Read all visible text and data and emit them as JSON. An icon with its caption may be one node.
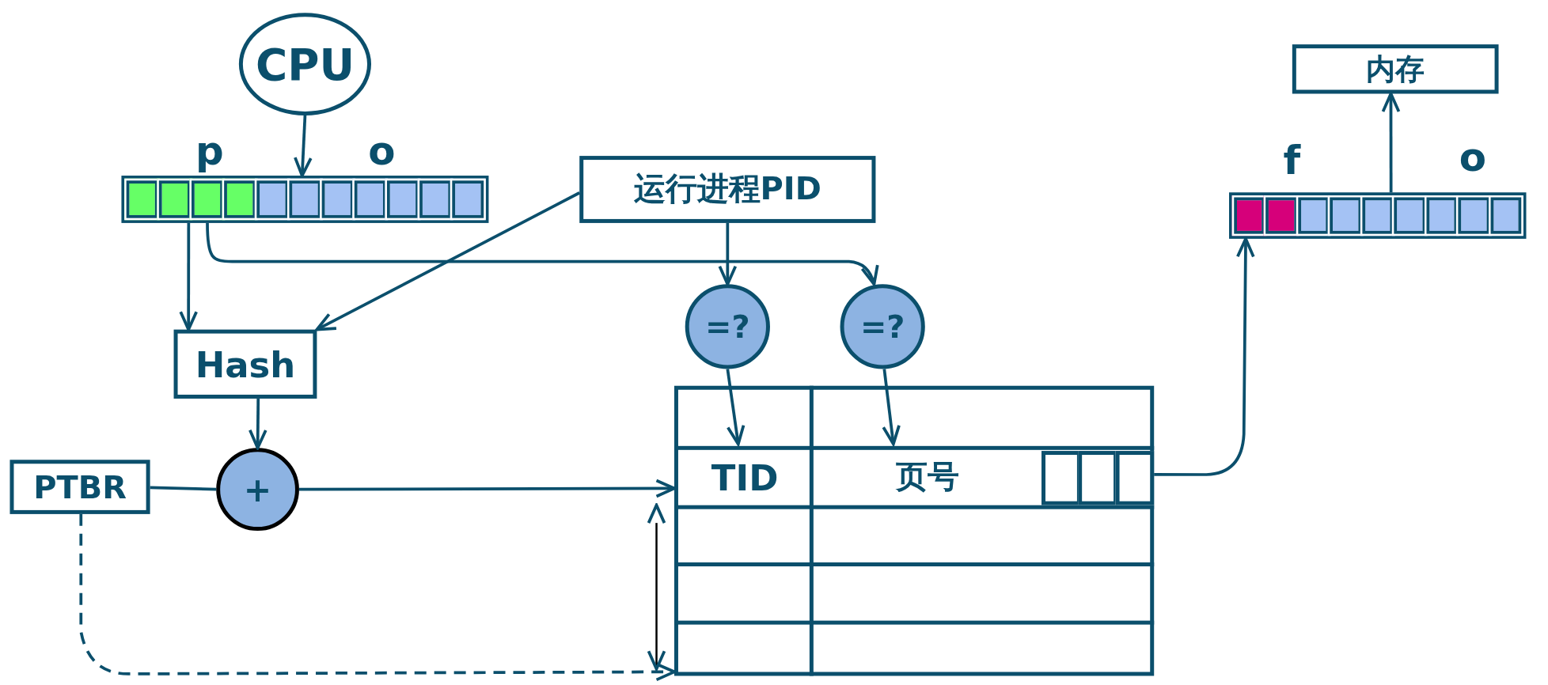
{
  "diagram": {
    "nodes": [
      {
        "text": [
          "CPU"
        ]
      },
      {
        "text": [
          "内存"
        ]
      },
      {
        "text": [],
        "shape": "bar",
        "beside": [
          "p",
          "o"
        ]
      },
      {
        "text": [
          "运行进程PID"
        ]
      },
      {
        "text": [],
        "shape": "bar",
        "beside": [
          "f",
          "o"
        ]
      },
      {
        "text": [
          "=?"
        ]
      },
      {
        "text": [
          "=?"
        ]
      },
      {
        "text": [
          "Hash"
        ]
      },
      {
        "text": [
          "PTBR"
        ]
      },
      {
        "text": [
          "+"
        ]
      },
      {
        "text": [],
        "shape": "box"
      },
      {
        "text": [
          "TID"
        ],
        "in": 10
      },
      {
        "text": [
          "页号"
        ],
        "in": 10
      }
    ],
    "edges": [
      {
        "from": 0,
        "to": 2,
        "arrow": "to"
      },
      {
        "from": 2,
        "to": 7,
        "arrow": "to"
      },
      {
        "from": 3,
        "to": 7,
        "arrow": "to"
      },
      {
        "from": 3,
        "to": 5,
        "arrow": "to"
      },
      {
        "from": 2,
        "to": 6,
        "arrow": "to"
      },
      {
        "from": 5,
        "to": 11,
        "arrow": "to"
      },
      {
        "from": 6,
        "to": 12,
        "arrow": "to"
      },
      {
        "from": 7,
        "to": 9,
        "arrow": "to"
      },
      {
        "from": 8,
        "to": 9,
        "arrow": "none"
      },
      {
        "from": 9,
        "to": 11,
        "arrow": "to"
      },
      {
        "from": 8,
        "to": 10,
        "arrow": "to",
        "style": "dashed"
      },
      {
        "from": 10,
        "to": 4,
        "arrow": "to"
      },
      {
        "from": 4,
        "to": 1,
        "arrow": "to"
      }
    ]
  }
}
